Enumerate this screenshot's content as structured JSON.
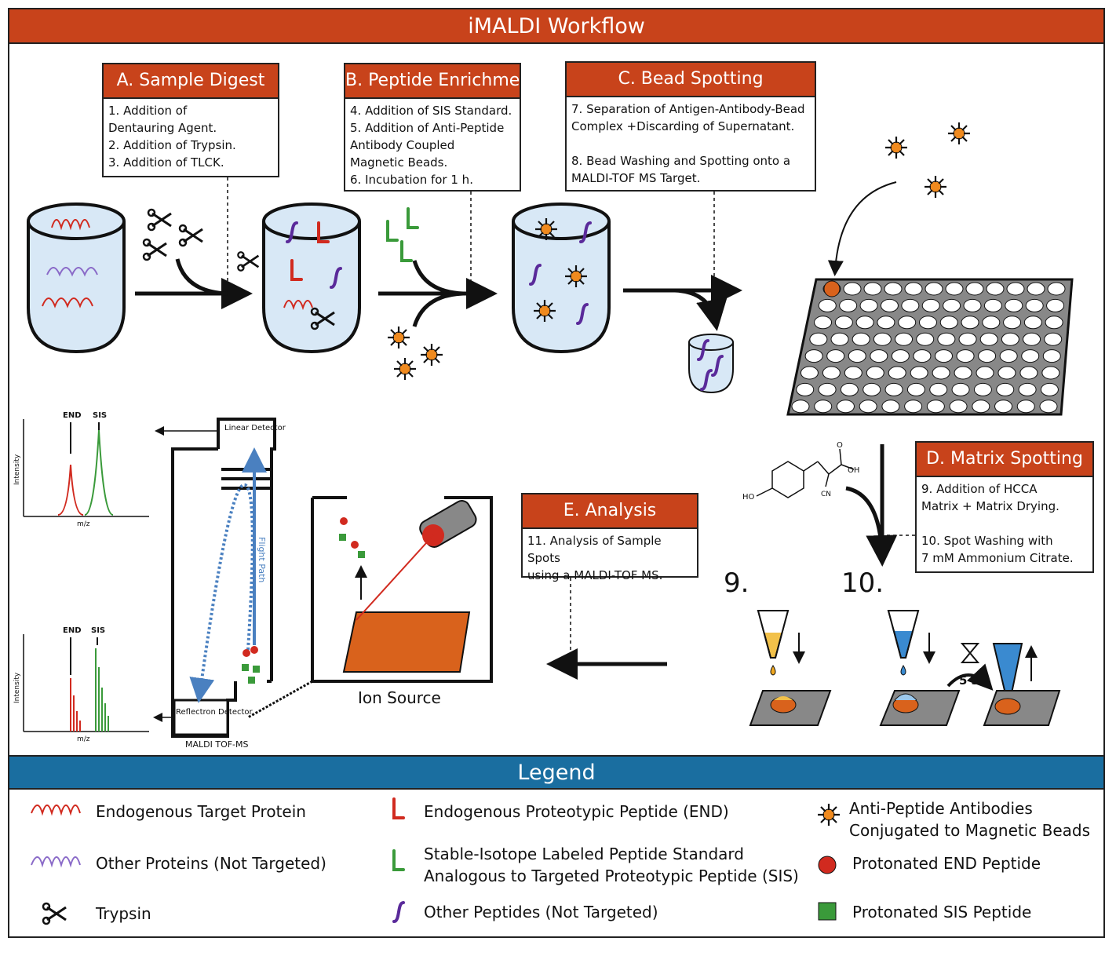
{
  "title": "iMALDI Workflow",
  "steps": {
    "a": {
      "header": "A. Sample Digest",
      "body": "1. Addition of\n    Dentauring Agent.\n2. Addition of Trypsin.\n3. Addition of TLCK."
    },
    "b": {
      "header": "B. Peptide Enrichment",
      "body": "4. Addition of SIS Standard.\n5. Addition of Anti-Peptide\n    Antibody Coupled\n    Magnetic Beads.\n6. Incubation for 1 h."
    },
    "c": {
      "header": "C. Bead Spotting",
      "body": "7. Separation of Antigen-Antibody-Bead\n    Complex +Discarding of Supernatant.\n\n8. Bead Washing and Spotting onto a\n    MALDI-TOF MS Target."
    },
    "d": {
      "header": "D. Matrix Spotting",
      "body": "9. Addition of HCCA\nMatrix + Matrix Drying.\n\n10. Spot Washing with\n      7 mM Ammonium Citrate."
    },
    "e": {
      "header": "E. Analysis",
      "body": "11. Analysis of Sample Spots\n      using a MALDI-TOF MS."
    }
  },
  "labels": {
    "ion_source": "Ion Source",
    "linear_detector": "Linear Detector",
    "reflectron_detector": "Reflectron Detector",
    "maldi_tof": "MALDI TOF-MS",
    "flight_path": "Flight Path",
    "end": "END",
    "sis": "SIS",
    "intensity": "Intensity",
    "mz": "m/z",
    "step9": "9.",
    "step10": "10.",
    "five_s": "5 s",
    "ho": "HO",
    "oh": "OH",
    "o": "O",
    "cn": "CN"
  },
  "legend": {
    "title": "Legend",
    "items": [
      {
        "label": "Endogenous Target Protein"
      },
      {
        "label": "Other Proteins (Not Targeted)"
      },
      {
        "label": "Trypsin"
      },
      {
        "label": "Endogenous Proteotypic Peptide (END)"
      },
      {
        "label": "Stable-Isotope Labeled Peptide Standard\nAnalogous to Targeted Proteotypic Peptide (SIS)"
      },
      {
        "label": "Other Peptides (Not Targeted)"
      },
      {
        "label": "Anti-Peptide Antibodies\nConjugated to Magnetic Beads"
      },
      {
        "label": "Protonated END Peptide"
      },
      {
        "label": "Protonated SIS Peptide"
      }
    ]
  },
  "colors": {
    "accent": "#c8431b",
    "legend_bar": "#1a6ea0",
    "end_red": "#d12a1f",
    "sis_green": "#3a9a3a",
    "purple": "#5a2a9a",
    "liquid": "#d8e8f6",
    "bead": "#f08a1e",
    "plate": "#888888"
  }
}
